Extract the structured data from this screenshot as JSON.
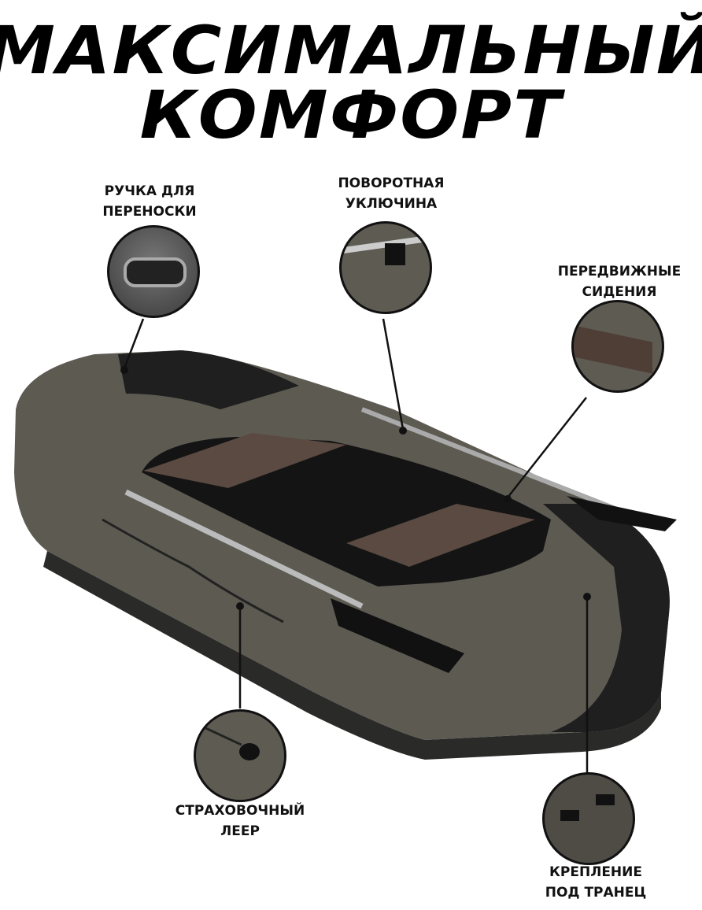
{
  "title": {
    "line1": "МАКСИМАЛЬНЫЙ",
    "line2": "КОМФОРТ"
  },
  "callouts": [
    {
      "label1": "РУЧКА ДЛЯ",
      "label2": "ПЕРЕНОСКИ"
    },
    {
      "label1": "ПОВОРОТНАЯ",
      "label2": "УКЛЮЧИНА"
    },
    {
      "label1": "ПЕРЕДВИЖНЫЕ",
      "label2": "СИДЕНИЯ"
    },
    {
      "label1": "СТРАХОВОЧНЫЙ",
      "label2": "ЛЕЕР"
    },
    {
      "label1": "КРЕПЛЕНИЕ",
      "label2": "ПОД ТРАНЕЦ"
    }
  ],
  "colors": {
    "olive": "#5d5a52",
    "black": "#1c1c1c",
    "seat": "#5a4a42"
  }
}
